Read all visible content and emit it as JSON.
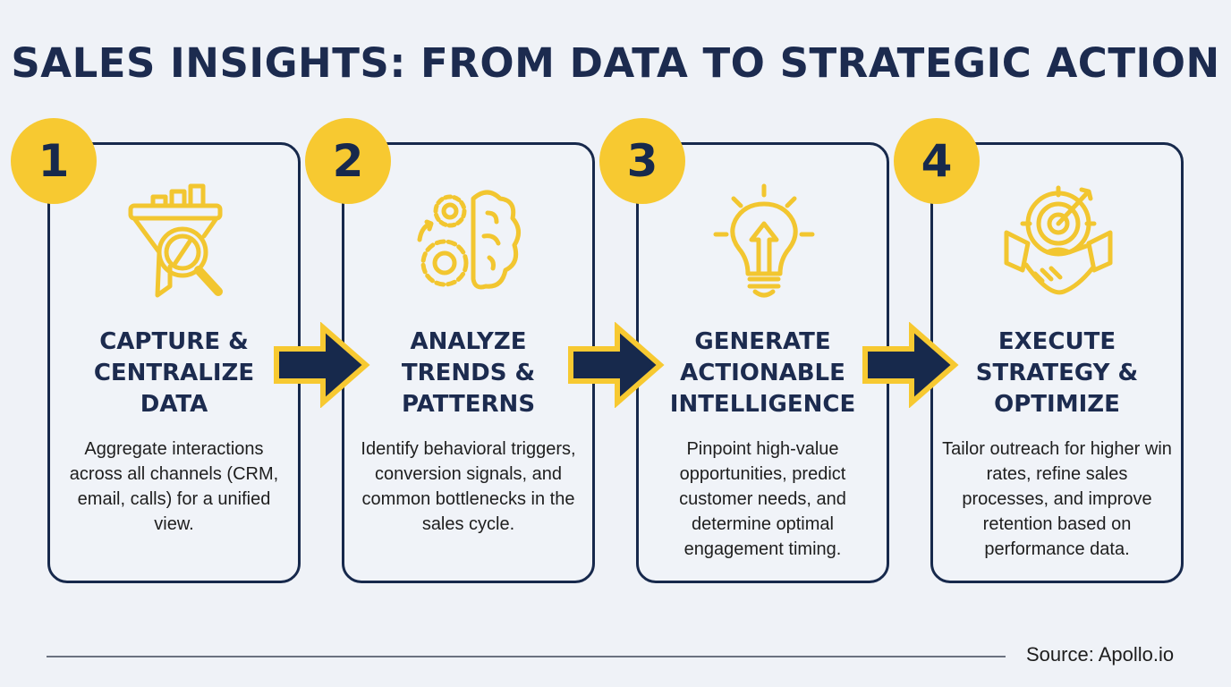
{
  "title": "SALES INSIGHTS: FROM DATA TO STRATEGIC ACTION",
  "colors": {
    "navy": "#17294c",
    "yellow": "#f7c931",
    "background": "#eff2f7"
  },
  "steps": [
    {
      "number": "1",
      "icon": "funnel-magnifier-icon",
      "heading": [
        "CAPTURE &",
        "CENTRALIZE",
        "DATA"
      ],
      "description": "Aggregate interactions across all channels (CRM, email, calls) for a unified view."
    },
    {
      "number": "2",
      "icon": "gears-brain-icon",
      "heading": [
        "ANALYZE",
        "TRENDS &",
        "PATTERNS"
      ],
      "description": "Identify behavioral triggers, conversion signals, and common bottlenecks in the sales cycle."
    },
    {
      "number": "3",
      "icon": "lightbulb-arrow-icon",
      "heading": [
        "GENERATE",
        "ACTIONABLE",
        "INTELLIGENCE"
      ],
      "description": "Pinpoint high-value opportunities, predict customer needs, and determine optimal engagement timing."
    },
    {
      "number": "4",
      "icon": "target-handshake-icon",
      "heading": [
        "EXECUTE",
        "STRATEGY &",
        "OPTIMIZE"
      ],
      "description": "Tailor outreach for higher win rates, refine sales processes, and improve retention based on performance data."
    }
  ],
  "footer": {
    "source": "Source: Apollo.io"
  }
}
